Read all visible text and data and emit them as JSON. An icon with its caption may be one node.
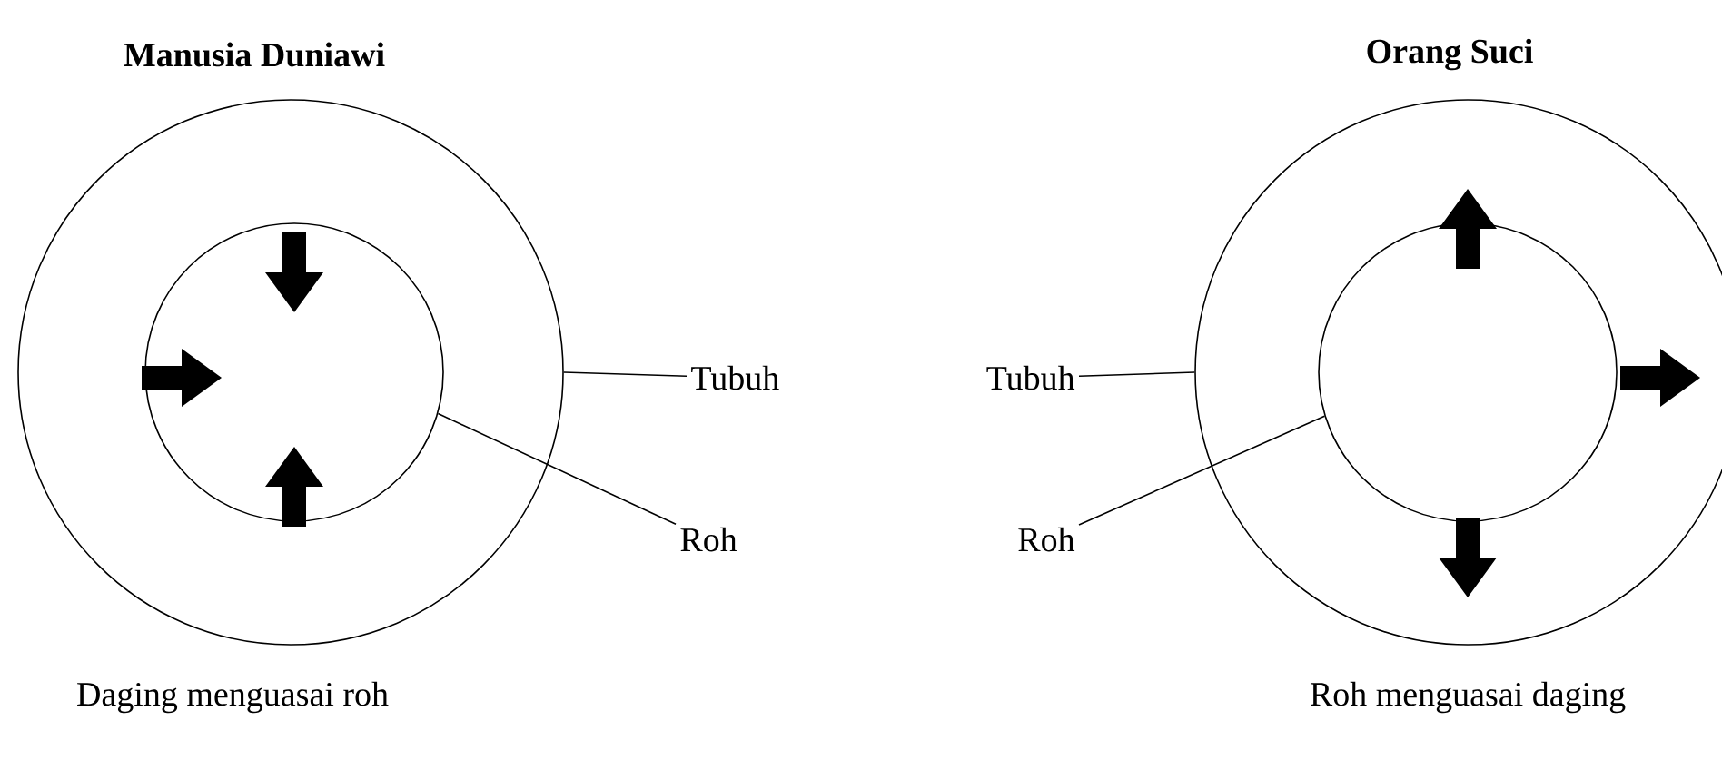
{
  "diagram": {
    "nodes": [
      {
        "text": [],
        "shape": "circle"
      },
      {
        "text": [],
        "shape": "circle",
        "in": 0
      },
      {
        "text": [
          "Tubuh"
        ]
      },
      {
        "text": [
          "Roh"
        ]
      },
      {
        "text": [],
        "shape": "circle"
      },
      {
        "text": [],
        "shape": "circle",
        "in": 4
      },
      {
        "text": [
          "Tubuh"
        ]
      },
      {
        "text": [
          "Roh"
        ]
      }
    ],
    "edges": [
      {
        "from": 2,
        "to": 0,
        "arrow": "none"
      },
      {
        "from": 3,
        "to": 1,
        "arrow": "none"
      },
      {
        "from": 6,
        "to": 4,
        "arrow": "none"
      },
      {
        "from": 7,
        "to": 5,
        "arrow": "none"
      }
    ],
    "labels": [
      "Manusia Duniawi",
      "Orang Suci",
      "Daging menguasai roh",
      "Roh menguasai daging"
    ]
  }
}
